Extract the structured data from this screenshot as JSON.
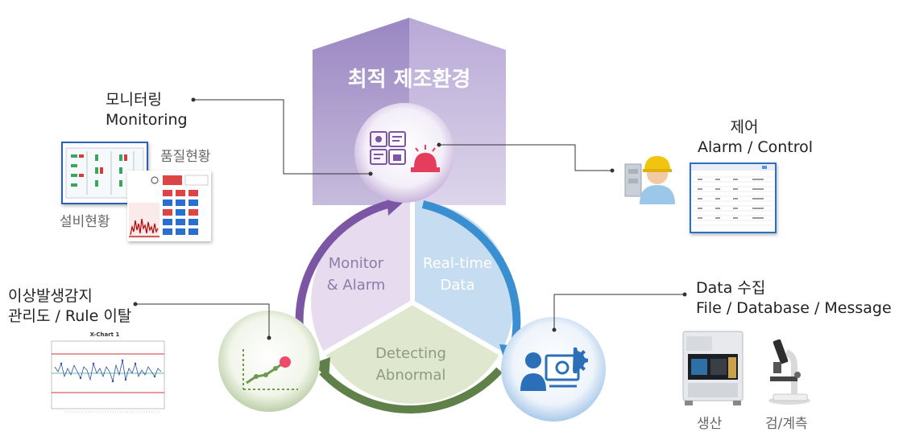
{
  "top_title": "최적 제조환경",
  "cycle": {
    "monitor": [
      "Monitor",
      "& Alarm"
    ],
    "realtime": [
      "Real-time",
      "Data"
    ],
    "detecting": [
      "Detecting",
      "Abnormal"
    ]
  },
  "monitoring": {
    "title_ko": "모니터링",
    "title_en": "Monitoring",
    "quality_label": "품질현황",
    "equipment_label": "설비현황"
  },
  "control": {
    "title_ko": "제어",
    "title_en": "Alarm / Control"
  },
  "anomaly": {
    "line1": "이상발생감지",
    "line2": "관리도 / Rule 이탈",
    "chart_title": "X-Chart 1"
  },
  "data_collect": {
    "line1": "Data 수집",
    "line2": "File / Database / Message",
    "production_label": "생산",
    "inspection_label": "검/계측"
  },
  "colors": {
    "purple": "#7b56a5",
    "blue": "#3a8fd1",
    "green": "#5f8048",
    "lavender_segment": "#e6dbef",
    "blue_segment": "#c6dcf0",
    "green_segment": "#dfe7cf"
  }
}
